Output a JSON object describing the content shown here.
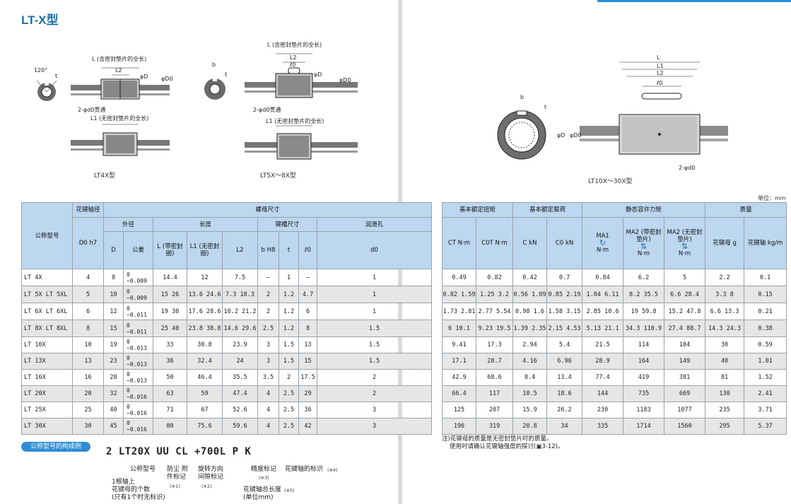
{
  "title": "LT-X型",
  "units": "单位：mm",
  "figures": {
    "lt4x": {
      "caption": "LT4X型",
      "angle": "120°",
      "t": "t",
      "L": "L (含密封垫片的全长)",
      "L2": "L2",
      "D": "φD",
      "D0": "φD0",
      "hole": "2-φd0贯通",
      "L1": "L1 (无密封垫片的全长)"
    },
    "lt5x": {
      "caption": "LT5X～8X型",
      "b": "b",
      "t": "t",
      "L": "L (含密封垫片的全长)",
      "L2": "L2",
      "l0": "ℓ0",
      "D": "φD",
      "D0": "φD0",
      "hole": "2-φd0贯通",
      "L1": "L1 (无密封垫片的全长)"
    },
    "lt10x": {
      "caption": "LT10X～30X型",
      "b": "b",
      "t": "t",
      "L": "L",
      "L1": "L1",
      "L2": "L2",
      "l0": "ℓ0",
      "D": "φD",
      "D0": "φD0",
      "hole": "2-φd0"
    }
  },
  "table": {
    "headers": {
      "model": "公称型号",
      "shaft_dia": "花键轴径",
      "nut_dims": "螺母尺寸",
      "outer": "外径",
      "length": "长度",
      "keyway": "键槽尺寸",
      "lube": "润滑孔",
      "d0h7": "D0 h7",
      "D": "D",
      "tol": "公差",
      "L": "L (带密封圈)",
      "L1": "L1 (无密封圈)",
      "L2": "L2",
      "bH8": "b H8",
      "t": "t",
      "l0": "ℓ0",
      "d0": "d0",
      "torque": "基本额定扭矩",
      "load": "基本额定载荷",
      "moment": "静态容许力矩",
      "mass": "质量",
      "Ct": "CT N·m",
      "C0t": "C0T N·m",
      "C": "C kN",
      "C0": "C0 kN",
      "MA1": "MA1",
      "MA2": "MA2 (带密封垫片)",
      "MA3": "MA2 (无密封垫片)",
      "Nm": "N·m",
      "mass_nut": "花键母 g",
      "mass_shaft": "花键轴 kg/m"
    },
    "rows": [
      {
        "model": "LT 4X",
        "d0": "4",
        "D": "8",
        "tol": "0 −0.009",
        "L": "14.4",
        "L1": "12",
        "L2": "7.5",
        "b": "—",
        "t": "1",
        "l0": "—",
        "dd": "1",
        "ct": "0.49",
        "c0t": "0.82",
        "c": "0.42",
        "c0": "0.7",
        "m1": "0.84",
        "m2": "6.2",
        "m3": "5",
        "gn": "2.2",
        "gs": "0.1"
      },
      {
        "model": "LT 5X LT 5XL",
        "d0": "5",
        "D": "10",
        "tol": "0 −0.009",
        "L": "15 26",
        "L1": "13.6 24.6",
        "L2": "7.3 18.3",
        "b": "2",
        "t": "1.2",
        "l0": "4.7",
        "dd": "1",
        "ct": "0.82 1.59",
        "c0t": "1.25 3.2",
        "c": "0.56 1.09",
        "c0": "0.85 2.19",
        "m1": "1.04 6.11",
        "m2": "8.2 35.5",
        "m3": "6.6 28.4",
        "gn": "3.3 8",
        "gs": "0.15"
      },
      {
        "model": "LT 6X LT 6XL",
        "d0": "6",
        "D": "12",
        "tol": "0 −0.011",
        "L": "19 30",
        "L1": "17.6 28.6",
        "L2": "10.2 21.2",
        "b": "2",
        "t": "1.2",
        "l0": "6",
        "dd": "1",
        "ct": "1.73 2.81",
        "c0t": "2.77 5.54",
        "c": "0.98 1.6",
        "c0": "1.58 3.15",
        "m1": "2.85 10.6",
        "m2": "19 59.8",
        "m3": "15.2 47.8",
        "gn": "6.6 13.3",
        "gs": "0.21"
      },
      {
        "model": "LT 8X LT 8XL",
        "d0": "8",
        "D": "15",
        "tol": "0 −0.011",
        "L": "25 40",
        "L1": "23.8 38.8",
        "L2": "14.6 29.6",
        "b": "2.5",
        "t": "1.2",
        "l0": "8",
        "dd": "1.5",
        "ct": "6 10.1",
        "c0t": "9.23 19.5",
        "c": "1.39 2.35",
        "c0": "2.15 4.53",
        "m1": "5.13 21.1",
        "m2": "34.3 110.9",
        "m3": "27.4 88.7",
        "gn": "14.3 24.3",
        "gs": "0.38"
      },
      {
        "model": "LT 10X",
        "d0": "10",
        "D": "19",
        "tol": "0 −0.013",
        "L": "33",
        "L1": "30.8",
        "L2": "23.9",
        "b": "3",
        "t": "1.5",
        "l0": "13",
        "dd": "1.5",
        "ct": "9.41",
        "c0t": "17.3",
        "c": "2.94",
        "c0": "5.4",
        "m1": "21.5",
        "m2": "114",
        "m3": "104",
        "gn": "30",
        "gs": "0.59"
      },
      {
        "model": "LT 13X",
        "d0": "13",
        "D": "23",
        "tol": "0 −0.013",
        "L": "36",
        "L1": "32.4",
        "L2": "24",
        "b": "3",
        "t": "1.5",
        "l0": "15",
        "dd": "1.5",
        "ct": "17.1",
        "c0t": "28.7",
        "c": "4.16",
        "c0": "6.96",
        "m1": "28.9",
        "m2": "164",
        "m3": "149",
        "gn": "40",
        "gs": "1.01"
      },
      {
        "model": "LT 16X",
        "d0": "16",
        "D": "28",
        "tol": "0 −0.013",
        "L": "50",
        "L1": "46.4",
        "L2": "35.5",
        "b": "3.5",
        "t": "2",
        "l0": "17.5",
        "dd": "2",
        "ct": "42.9",
        "c0t": "68.6",
        "c": "8.4",
        "c0": "13.4",
        "m1": "77.4",
        "m2": "419",
        "m3": "381",
        "gn": "81",
        "gs": "1.52"
      },
      {
        "model": "LT 20X",
        "d0": "20",
        "D": "32",
        "tol": "0 −0.016",
        "L": "63",
        "L1": "59",
        "L2": "47.4",
        "b": "4",
        "t": "2.5",
        "l0": "29",
        "dd": "2",
        "ct": "66.4",
        "c0t": "117",
        "c": "10.5",
        "c0": "18.6",
        "m1": "144",
        "m2": "735",
        "m3": "669",
        "gn": "130",
        "gs": "2.41"
      },
      {
        "model": "LT 25X",
        "d0": "25",
        "D": "40",
        "tol": "0 −0.016",
        "L": "71",
        "L1": "67",
        "L2": "52.6",
        "b": "4",
        "t": "2.5",
        "l0": "36",
        "dd": "3",
        "ct": "125",
        "c0t": "207",
        "c": "15.9",
        "c0": "26.2",
        "m1": "230",
        "m2": "1183",
        "m3": "1077",
        "gn": "235",
        "gs": "3.71"
      },
      {
        "model": "LT 30X",
        "d0": "30",
        "D": "45",
        "tol": "0 −0.016",
        "L": "80",
        "L1": "75.6",
        "L2": "59.6",
        "b": "4",
        "t": "2.5",
        "l0": "42",
        "dd": "3",
        "ct": "196",
        "c0t": "319",
        "c": "20.8",
        "c0": "34",
        "m1": "335",
        "m2": "1714",
        "m3": "1560",
        "gn": "295",
        "gs": "5.37"
      }
    ]
  },
  "example": {
    "badge": "公称型号的构成例",
    "code": "2 LT20X UU CL +700L P K",
    "labels": {
      "model": "公称型号",
      "seal": "防尘 附件标记",
      "seal_note": "(※1)",
      "rot": "旋转方向 间隙标记",
      "rot_note": "(※2)",
      "prec": "精度标记",
      "prec_note": "(※3)",
      "shaft_mark": "花键轴的标识",
      "shaft_mark_note": "(※4)",
      "count1": "1根轴上",
      "count2": "花键母的个数",
      "count3": "(只有1个时无标识)",
      "len1": "花键轴总长度",
      "len_note": "(※5)",
      "len2": "(单位mm)"
    }
  },
  "notes": {
    "n1": "注)花键母的质量是无密封垫片时的质量。",
    "n2": "使用时请确认花键轴强度的探讨(▣3-12)。"
  }
}
